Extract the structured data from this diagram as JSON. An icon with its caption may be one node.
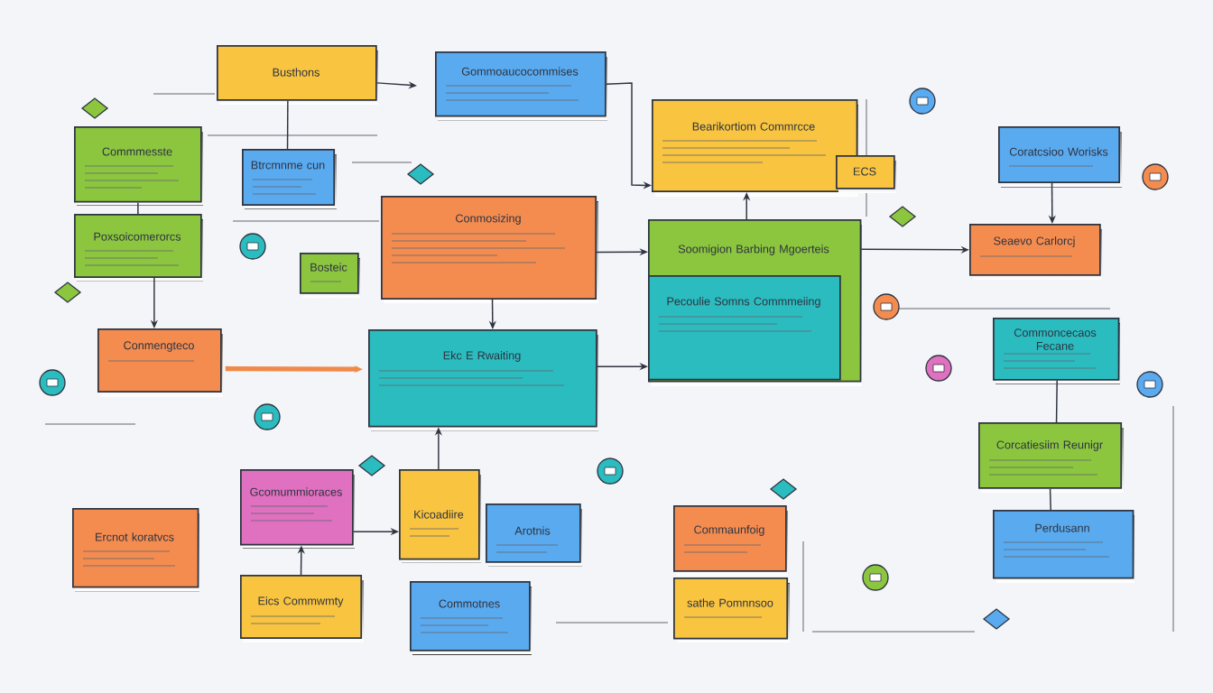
{
  "diagram": {
    "nodes": [
      {
        "text": [
          "Busthons"
        ]
      },
      {
        "text": [
          "Gommoaucocommises"
        ]
      },
      {
        "text": [
          "Bearikortiom Commrcce"
        ]
      },
      {
        "text": [
          "Coratcsioo Worisks"
        ]
      },
      {
        "text": [
          "Commmesste"
        ]
      },
      {
        "text": [
          "Btrcmnme cun"
        ]
      },
      {
        "text": [
          "Poxsoicomerorcs"
        ]
      },
      {
        "text": [
          "Conmosizing"
        ]
      },
      {
        "text": [
          "Soomigion Barbing Mgoerteis"
        ]
      },
      {
        "text": [
          "Pecoulie Somns Commmeiing"
        ],
        "in": 8
      },
      {
        "text": [
          "Bosteic"
        ]
      },
      {
        "text": [
          "Seaevo Carlorcj"
        ]
      },
      {
        "text": [
          "Conmengteco"
        ]
      },
      {
        "text": [
          "Ekc E Rwaiting"
        ]
      },
      {
        "text": [
          "Commoncecaos Fecane"
        ]
      },
      {
        "text": [
          "Corcatiesiim Reunigr"
        ]
      },
      {
        "text": [
          "Gcomummioraces"
        ]
      },
      {
        "text": [
          "Kicoadiire"
        ]
      },
      {
        "text": [
          "Arotnis"
        ]
      },
      {
        "text": [
          "Commaunfoig"
        ]
      },
      {
        "text": [
          "Ercnot koratvcs"
        ]
      },
      {
        "text": [
          "Perdusann"
        ]
      },
      {
        "text": [
          "Eics Commwmty"
        ]
      },
      {
        "text": [
          "Commotnes"
        ]
      },
      {
        "text": [
          "sathe Pomnnsoo"
        ]
      },
      {
        "text": [
          "ECS"
        ]
      }
    ],
    "edges": [
      {
        "from": 0,
        "to": null,
        "arrow": "to"
      },
      {
        "from": 4,
        "to": 6,
        "arrow": "none"
      },
      {
        "from": 6,
        "to": 12,
        "arrow": "to"
      },
      {
        "from": 0,
        "to": 5,
        "arrow": "none"
      },
      {
        "from": 1,
        "to": 2,
        "arrow": "to"
      },
      {
        "from": 7,
        "to": 8,
        "arrow": "to"
      },
      {
        "from": 7,
        "to": 13,
        "arrow": "to"
      },
      {
        "from": 13,
        "to": 8,
        "arrow": "to"
      },
      {
        "from": 8,
        "to": 2,
        "arrow": "to"
      },
      {
        "from": 8,
        "to": 11,
        "arrow": "to"
      },
      {
        "from": 3,
        "to": 11,
        "arrow": "to"
      },
      {
        "from": 12,
        "to": 13,
        "arrow": "to",
        "style": "thick",
        "color": "#f08a4b"
      },
      {
        "from": 16,
        "to": 17,
        "arrow": "to"
      },
      {
        "from": 22,
        "to": 16,
        "arrow": "to"
      },
      {
        "from": 17,
        "to": 13,
        "arrow": "to"
      },
      {
        "from": 14,
        "to": 15,
        "arrow": "none"
      },
      {
        "from": 15,
        "to": 21,
        "arrow": "none"
      }
    ]
  }
}
